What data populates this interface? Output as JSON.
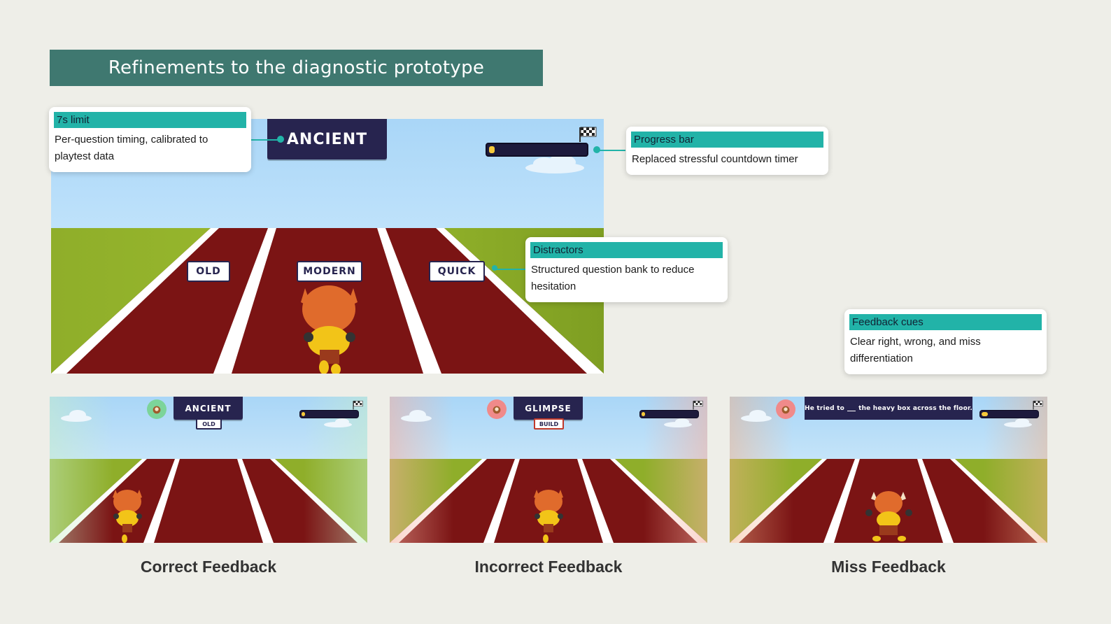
{
  "title": "Refinements to the diagnostic prototype",
  "main_scene": {
    "word": "ANCIENT",
    "lanes": [
      "OLD",
      "MODERN",
      "QUICK"
    ],
    "progress": 0.03
  },
  "callouts": {
    "time_limit": {
      "tag": "7s limit",
      "desc": "Per-question timing, calibrated to playtest data"
    },
    "progress_bar": {
      "tag": "Progress bar",
      "desc": "Replaced stressful countdown timer"
    },
    "distractors": {
      "tag": "Distractors",
      "desc": "Structured question bank to reduce hesitation"
    },
    "feedback_cues": {
      "tag": "Feedback cues",
      "desc": "Clear right, wrong, and miss differentiation"
    }
  },
  "feedback_scenes": {
    "correct": {
      "word": "ANCIENT",
      "answer": "OLD",
      "caption": "Correct Feedback",
      "progress": 0.04,
      "badge_color": "#7cd49a"
    },
    "incorrect": {
      "word": "GLIMPSE",
      "answer": "BUILD",
      "caption": "Incorrect Feedback",
      "progress": 0.04,
      "badge_color": "#f08a8a"
    },
    "miss": {
      "sentence_before": "He tried to",
      "sentence_after": "the heavy box across the floor.",
      "caption": "Miss Feedback",
      "progress": 0.07,
      "badge_color": "#f08a8a"
    }
  }
}
